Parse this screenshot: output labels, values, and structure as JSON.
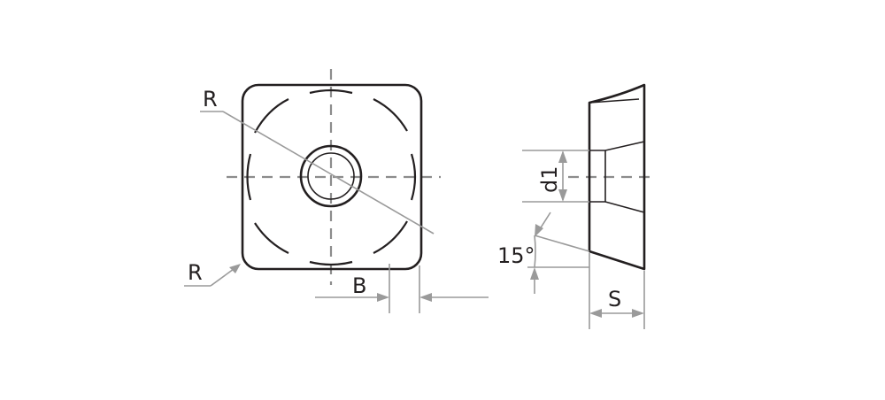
{
  "labels": {
    "radius_top": "R",
    "radius_bottom": "R",
    "width_b": "B",
    "hole_d1": "d1",
    "angle": "15°",
    "thickness_s": "S"
  },
  "colors": {
    "outline": "#231f20",
    "dimension": "#9a9a9a",
    "centerline": "#8c8c8c"
  }
}
